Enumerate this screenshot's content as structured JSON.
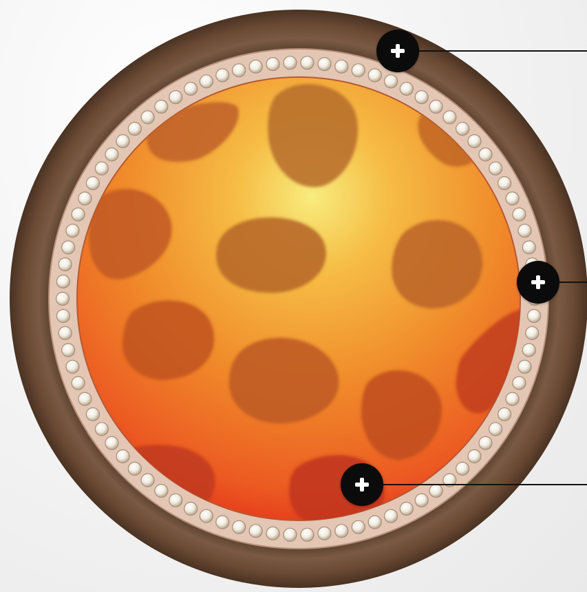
{
  "diagram": {
    "type": "egg-cell-cross-section",
    "colors": {
      "background": "#f2f2f2",
      "outer_layer": "#6b4a34",
      "middle_layer": "#e3c6b4",
      "bead": "#f1ece0",
      "cytoplasm_center": "#f6e06a",
      "cytoplasm_mid": "#f08a2a",
      "cytoplasm_edge": "#e8321c",
      "yolk_granule": "#b85a22",
      "hotspot": "#0b0b0b"
    },
    "hotspots": [
      {
        "id": "outer-layer",
        "icon": "plus-icon"
      },
      {
        "id": "middle-layer",
        "icon": "plus-icon"
      },
      {
        "id": "cytoplasm",
        "icon": "plus-icon"
      }
    ]
  }
}
